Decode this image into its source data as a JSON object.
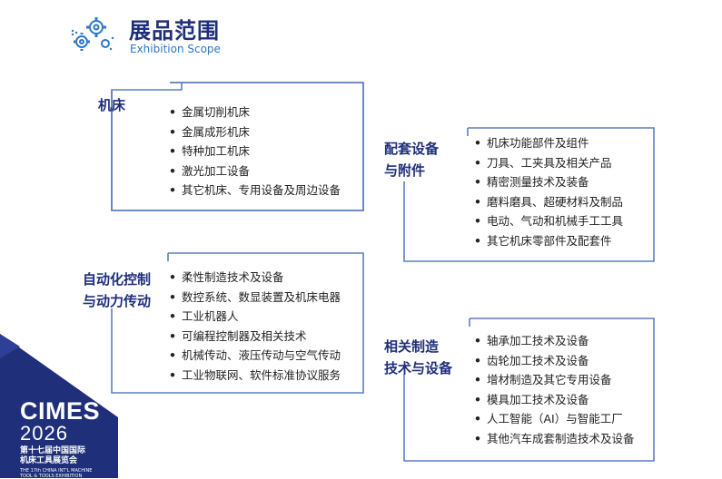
{
  "header": {
    "title": "展品范围",
    "subtitle": "Exhibition Scope"
  },
  "colors": {
    "navy": "#1f2f7a",
    "frame_blue": "#5b7fbf",
    "accent_blue": "#2d78c0"
  },
  "categories": [
    {
      "lines": [
        "机床"
      ],
      "items": [
        "金属切削机床",
        "金属成形机床",
        "特种加工机床",
        "激光加工设备",
        "其它机床、专用设备及周边设备"
      ]
    },
    {
      "lines": [
        "配套设备",
        "与附件"
      ],
      "items": [
        "机床功能部件及组件",
        "刀具、工夹具及相关产品",
        "精密测量技术及装备",
        "磨料磨具、超硬材料及制品",
        "电动、气动和机械手工工具",
        "其它机床零部件及配套件"
      ]
    },
    {
      "lines": [
        "自动化控制",
        "与动力传动"
      ],
      "items": [
        "柔性制造技术及设备",
        "数控系统、数显装置及机床电器",
        "工业机器人",
        "可编程控制器及相关技术",
        "机械传动、液压传动与空气传动",
        "工业物联网、软件标准协议服务"
      ]
    },
    {
      "lines": [
        "相关制造",
        "技术与设备"
      ],
      "items": [
        "轴承加工技术及设备",
        "齿轮加工技术及设备",
        "增材制造及其它专用设备",
        "模具加工技术及设备",
        "人工智能（AI）与智能工厂",
        "其他汽车成套制造技术及设备"
      ]
    }
  ],
  "brand": {
    "name": "CIMES",
    "year": "2026",
    "cn_line1": "第十七届中国国际",
    "cn_line2": "机床工具展览会",
    "en_line1": "THE 17th CHINA INT'L MACHINE",
    "en_line2": "TOOL & TOOLS   EXHIBITION"
  }
}
